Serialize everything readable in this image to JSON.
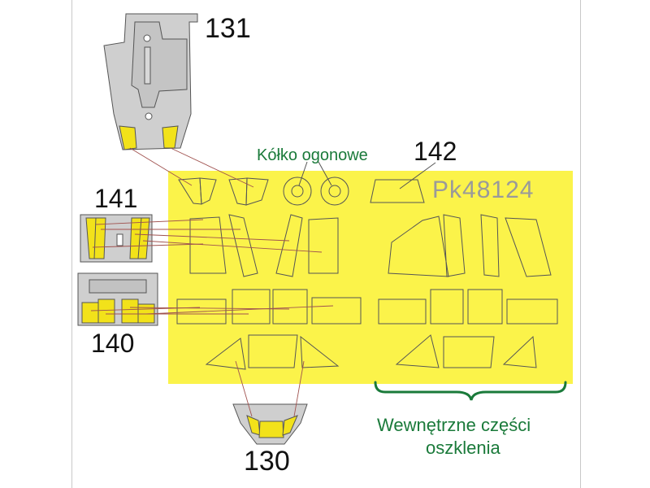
{
  "labels": {
    "part_131": "131",
    "part_141": "141",
    "part_140": "140",
    "part_130": "130",
    "part_142": "142",
    "tail_wheel": "Kółko ogonowe",
    "sheet_code": "Pk48124",
    "inner_glazing_line1": "Wewnętrzne części",
    "inner_glazing_line2": "oszklenia"
  },
  "colors": {
    "mask_sheet": "#fbf34a",
    "mask_fill": "#f2e21a",
    "part_grey": "#cfcfcf",
    "outline": "#555555",
    "leader_line": "#a0524f",
    "label_green": "#1a7a3a",
    "code_grey": "#9a9a9a"
  }
}
